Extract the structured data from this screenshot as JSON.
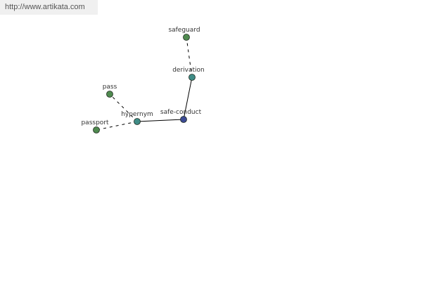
{
  "header": {
    "url": "http://www.artikata.com"
  },
  "colors": {
    "focus_node": "#3c4a94",
    "relation_node": "#3f8c86",
    "word_node": "#4f8a4f",
    "node_stroke": "#1f2a1f",
    "edge": "#000000"
  },
  "graph": {
    "nodes": [
      {
        "id": "safe-conduct",
        "label": "safe-conduct",
        "kind": "focus"
      },
      {
        "id": "hypernym",
        "label": "hypernym",
        "kind": "relation"
      },
      {
        "id": "derivation",
        "label": "derivation",
        "kind": "relation"
      },
      {
        "id": "passport",
        "label": "passport",
        "kind": "word"
      },
      {
        "id": "pass",
        "label": "pass",
        "kind": "word"
      },
      {
        "id": "safeguard",
        "label": "safeguard",
        "kind": "word"
      }
    ],
    "edges": [
      {
        "from": "safe-conduct",
        "to": "hypernym",
        "style": "solid"
      },
      {
        "from": "safe-conduct",
        "to": "derivation",
        "style": "solid"
      },
      {
        "from": "hypernym",
        "to": "passport",
        "style": "dashed"
      },
      {
        "from": "hypernym",
        "to": "pass",
        "style": "dashed"
      },
      {
        "from": "derivation",
        "to": "safeguard",
        "style": "dashed"
      }
    ]
  }
}
